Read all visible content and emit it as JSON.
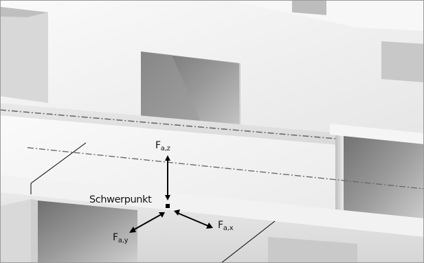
{
  "labels": {
    "center_of_gravity": "Schwerpunkt",
    "force_z": {
      "base": "F",
      "sub": "a,z"
    },
    "force_x": {
      "base": "F",
      "sub": "a,x"
    },
    "force_y": {
      "base": "F",
      "sub": "a,y"
    }
  },
  "colors": {
    "panel_face": "#f0f0f0",
    "panel_shadow": "#c9c9c9",
    "cavity": "#8f8f8f",
    "arrow": "#000000",
    "dashed_seam": "#6a6a6a"
  }
}
